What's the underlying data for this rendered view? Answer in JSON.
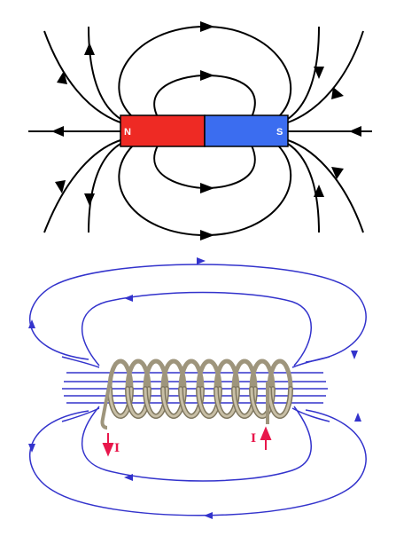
{
  "bar_magnet": {
    "north_label": "N",
    "south_label": "S",
    "north_color": "#ee2a24",
    "south_color": "#3b6df0",
    "field_line_color": "#000000"
  },
  "solenoid": {
    "current_in_label": "I",
    "current_out_label": "I",
    "field_line_color": "#3333cc",
    "coil_color": "#c8bfa6",
    "current_color": "#e8174b",
    "turns": 10
  }
}
